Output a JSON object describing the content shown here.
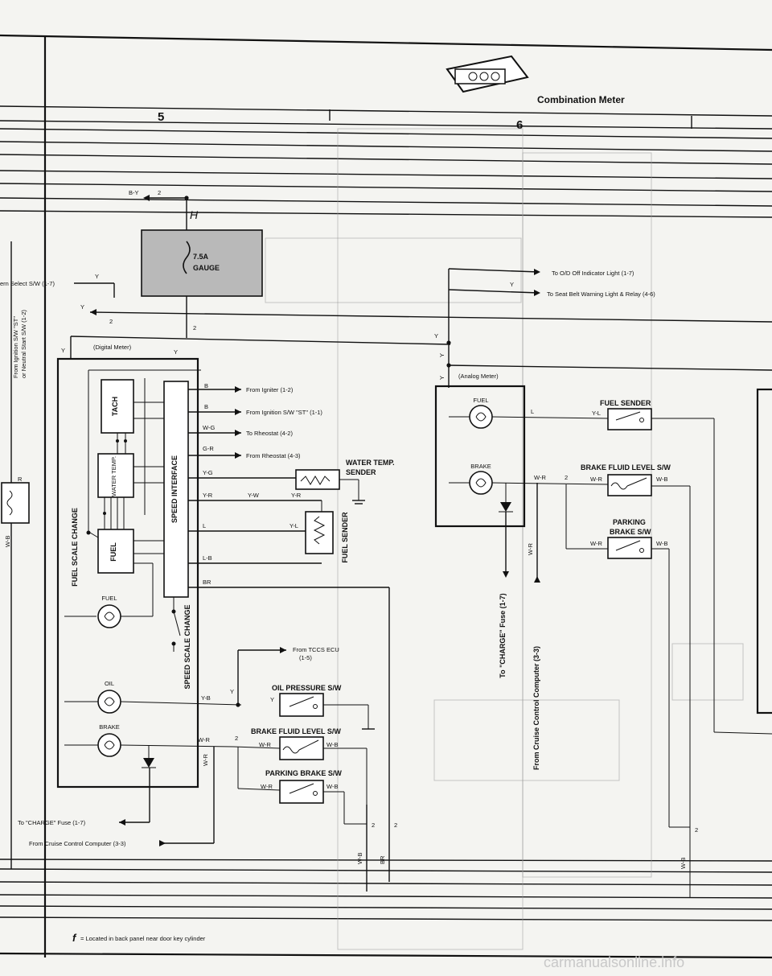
{
  "header": {
    "title": "Combination Meter",
    "column_left": "5",
    "column_right": "6"
  },
  "fuse": {
    "rating": "7.5A",
    "name": "GAUGE",
    "tag": "H"
  },
  "digital_meter": {
    "title": "(Digital Meter)",
    "tach": "TACH",
    "water_temp": "WATER TEMP.",
    "fuel": "FUEL",
    "speed_interface": "SPEED INTERFACE",
    "fuel_scale_change": "FUEL SCALE CHANGE",
    "speed_scale_change": "SPEED SCALE CHANGE",
    "fuel_lamp": "FUEL",
    "oil_lamp": "OIL",
    "brake_lamp": "BRAKE"
  },
  "analog_meter": {
    "title": "(Analog Meter)",
    "fuel_lamp": "FUEL",
    "brake_lamp": "BRAKE"
  },
  "references": {
    "igniter": "From Igniter (1-2)",
    "ignition_st": "From Ignition S/W \"ST\" (1-1)",
    "rheostat_to": "To Rheostat (4-2)",
    "rheostat_from": "From Rheostat (4-3)",
    "tccs": "From TCCS ECU",
    "tccs_ref": "(1-5)",
    "od_off": "To O/D Off Indicator  Light (1-7)",
    "seat_belt": "To Seat Belt Warning Light & Relay (4-6)",
    "pattern_select": "ern Select S/W (1-7)",
    "charge_fuse_left": "To \"CHARGE\" Fuse (1-7)",
    "cruise_left": "From Cruise Control Computer (3-3)",
    "charge_fuse_right": "To \"CHARGE\" Fuse (1-7)",
    "cruise_right": "From Cruise Control Computer (3-3)",
    "ignition_vertical_1": "From Ignition S/W \"ST\"",
    "ignition_vertical_2": "or Neutral Start S/W (1-2)"
  },
  "components": {
    "water_temp_sender_1": "WATER TEMP.",
    "water_temp_sender_2": "SENDER",
    "fuel_sender_left": "FUEL SENDER",
    "oil_pressure_sw": "OIL PRESSURE S/W",
    "brake_fluid_sw_left": "BRAKE FLUID LEVEL S/W",
    "parking_brake_sw_left": "PARKING BRAKE S/W",
    "fuel_sender_right": "FUEL SENDER",
    "brake_fluid_sw_right": "BRAKE FLUID LEVEL S/W",
    "parking_brake_sw_right_1": "PARKING",
    "parking_brake_sw_right_2": "BRAKE S/W"
  },
  "wire_colors": {
    "by": "B-Y",
    "y": "Y",
    "b": "B",
    "wg": "W-G",
    "gr": "G-R",
    "yg": "Y-G",
    "yr": "Y-R",
    "yw": "Y-W",
    "yl": "Y-L",
    "l": "L",
    "lb": "L-B",
    "br": "BR",
    "yb": "Y-B",
    "wr": "W-R",
    "wb": "W-B",
    "r": "R"
  },
  "connector_pins": {
    "two": "2"
  },
  "footnote": "= Located in back panel near door key cylinder",
  "footnote_symbol": "f",
  "watermark": "carmanualsonline.info"
}
